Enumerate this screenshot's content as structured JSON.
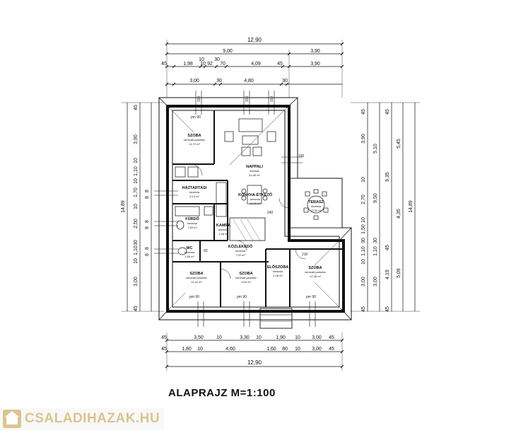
{
  "caption": "ALAPRAJZ M=1:100",
  "watermark": "CSALADIHAZAK.HU",
  "top_dims": {
    "row1": [
      "12,90"
    ],
    "row2": [
      "9,00",
      "3,90"
    ],
    "row3_small": [
      "10",
      "30"
    ],
    "row4": [
      "45",
      "1,98",
      "10",
      "92",
      "70",
      "4,09",
      "45",
      "3,90"
    ],
    "row5": [
      "3,00",
      "30",
      "4,80",
      "30"
    ]
  },
  "bottom_dims": {
    "row1": [
      "45",
      "3,50",
      "10",
      "3,30",
      "10",
      "1,90",
      "10",
      "3,00",
      "45"
    ],
    "row2": [
      "45",
      "1,80",
      "10",
      "4,60",
      "1,60",
      "80",
      "10",
      "3,00",
      "45"
    ],
    "row3": [
      "12,90"
    ]
  },
  "left_dims": {
    "outer": "14,89",
    "inner": [
      "45",
      "3,90",
      "10",
      "1,10",
      "10",
      "1,70",
      "10",
      "2,50",
      "30",
      "1,10",
      "10",
      "3,00",
      "45"
    ],
    "openings": [
      "8",
      "8",
      "8",
      "8",
      "8",
      "8"
    ]
  },
  "right_dims": {
    "col1": [
      "45",
      "3,90",
      "10",
      "2,70",
      "10",
      "1,50",
      "30",
      "1,10",
      "10",
      "3,00",
      "45"
    ],
    "col2": [
      "5,10",
      "9,50",
      "30",
      "1,10",
      "3,00"
    ],
    "col3": [
      "45",
      "9,35",
      "45",
      "4,19",
      "45"
    ],
    "col4": [
      "5,45",
      "4,35",
      "5,09"
    ],
    "col5": "14,89"
  },
  "rooms": [
    {
      "name": "SZOBA",
      "floor": "laminált parketta",
      "area": "11,72 m²"
    },
    {
      "name": "NAPPALI",
      "floor": "laminát",
      "area": "24,46 m²"
    },
    {
      "name": "HÁZTARTÁSI",
      "floor": "kerámia",
      "area": "5,10 m²"
    },
    {
      "name": "KONYHA-ÉTKEZŐ",
      "floor": "kerámia",
      "area": "16,02 m²"
    },
    {
      "name": "TERASZ",
      "floor": "kerámia",
      "area": "13,50 m²"
    },
    {
      "name": "FÜRDŐ",
      "floor": "kerámia",
      "area": "7,50 m²"
    },
    {
      "name": "KAMRA",
      "floor": "kerámia",
      "area": "1,48 m²"
    },
    {
      "name": "WC",
      "floor": "kerámia",
      "area": "1,56 m²"
    },
    {
      "name": "KÖZLEKEDŐ",
      "floor": "kerámia",
      "area": "7,02 m²"
    },
    {
      "name": "SZOBA",
      "floor": "laminált parketta",
      "area": "11,42 m²"
    },
    {
      "name": "SZOBA",
      "floor": "laminált parketta",
      "area": "9,90 m²"
    },
    {
      "name": "ELŐSZOBA",
      "floor": "kerámia",
      "area": "2,28 m²"
    },
    {
      "name": "SZOBA",
      "floor": "laminált parketta",
      "area": "12,38 m²"
    }
  ],
  "opening_labels": [
    "150",
    "150",
    "150",
    "150",
    "pm 90",
    "pm 90",
    "pm 90",
    "pm 90",
    "240",
    "210",
    "60"
  ]
}
